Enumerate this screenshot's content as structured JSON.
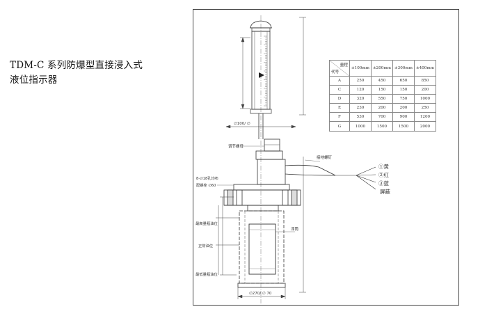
{
  "title": {
    "line1": "TDM-C 系列防爆型直接浸入式",
    "line2": "液位指示器"
  },
  "labels": {
    "adjust_nut": "调节螺母",
    "ground_screw": "接地螺钉",
    "flange_holes": "8-∅18孔均布",
    "flange_match": "配螺栓 ∅60",
    "highest_level": "最高量程油位",
    "normal_level": "正常油位",
    "lowest_level": "最低量程油位",
    "float": "浮筒",
    "dim_top": "∅100/ ∅",
    "dim_bottom": "∅270/ ∅ 70"
  },
  "wires": {
    "w1": "①黄",
    "w2": "②红",
    "w3": "③蓝",
    "w4": "屏蔽"
  },
  "table": {
    "corner_top": "量程",
    "corner_bottom": "代号",
    "headers": [
      "±100mm",
      "±200mm",
      "±300mm",
      "±400mm"
    ],
    "rows": [
      {
        "code": "A",
        "values": [
          "250",
          "450",
          "650",
          "850"
        ]
      },
      {
        "code": "C",
        "values": [
          "120",
          "150",
          "150",
          "200"
        ]
      },
      {
        "code": "D",
        "values": [
          "320",
          "550",
          "750",
          "1000"
        ]
      },
      {
        "code": "E",
        "values": [
          "230",
          "200",
          "200",
          "250"
        ]
      },
      {
        "code": "F",
        "values": [
          "530",
          "700",
          "900",
          "1200"
        ]
      },
      {
        "code": "G",
        "values": [
          "1000",
          "1500",
          "1500",
          "2000"
        ]
      }
    ]
  }
}
